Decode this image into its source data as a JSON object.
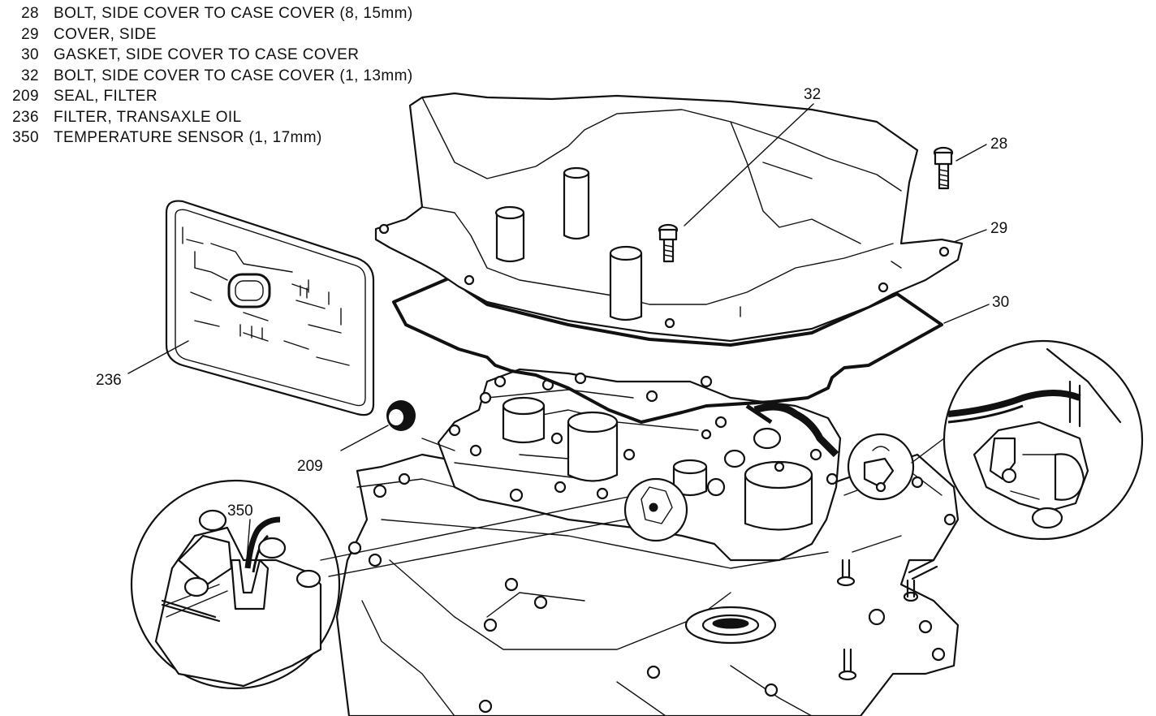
{
  "legend": [
    {
      "num": "28",
      "desc": "BOLT, SIDE COVER TO CASE COVER  (8, 15mm)"
    },
    {
      "num": "29",
      "desc": "COVER, SIDE"
    },
    {
      "num": "30",
      "desc": "GASKET, SIDE COVER TO CASE COVER"
    },
    {
      "num": "32",
      "desc": "BOLT, SIDE COVER TO CASE COVER  (1, 13mm)"
    },
    {
      "num": "209",
      "desc": "SEAL, FILTER"
    },
    {
      "num": "236",
      "desc": "FILTER, TRANSAXLE OIL"
    },
    {
      "num": "350",
      "desc": "TEMPERATURE SENSOR  (1, 17mm)"
    }
  ],
  "callouts": {
    "c32": "32",
    "c28": "28",
    "c29": "29",
    "c30": "30",
    "c236": "236",
    "c209": "209",
    "c350": "350"
  }
}
